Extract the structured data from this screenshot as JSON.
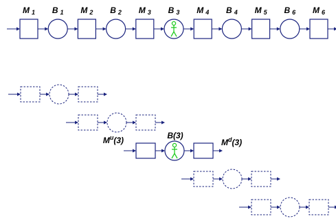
{
  "colors": {
    "line": "#1a237e",
    "arrow": "#1a237e",
    "person": "#22cc22",
    "text": "#000000",
    "background": "#ffffff"
  },
  "top_line": {
    "stages": [
      {
        "kind": "machine",
        "label": "M",
        "sub": "1"
      },
      {
        "kind": "buffer",
        "label": "B",
        "sub": "1"
      },
      {
        "kind": "machine",
        "label": "M",
        "sub": "2"
      },
      {
        "kind": "buffer",
        "label": "B",
        "sub": "2"
      },
      {
        "kind": "machine",
        "label": "M",
        "sub": "3"
      },
      {
        "kind": "buffer",
        "label": "B",
        "sub": "3",
        "has_person": true
      },
      {
        "kind": "machine",
        "label": "M",
        "sub": "4"
      },
      {
        "kind": "buffer",
        "label": "B",
        "sub": "4"
      },
      {
        "kind": "machine",
        "label": "M",
        "sub": "5"
      },
      {
        "kind": "buffer",
        "label": "B",
        "sub": "6"
      },
      {
        "kind": "machine",
        "label": "M",
        "sub": "6"
      }
    ]
  },
  "decomposed": {
    "rows": 5,
    "highlight_row": 3,
    "upstream_label": "M",
    "upstream_sup": "u",
    "upstream_arg": "(3)",
    "downstream_label": "M",
    "downstream_sup": "d",
    "downstream_arg": "(3)",
    "buffer_label": "B(3)"
  }
}
